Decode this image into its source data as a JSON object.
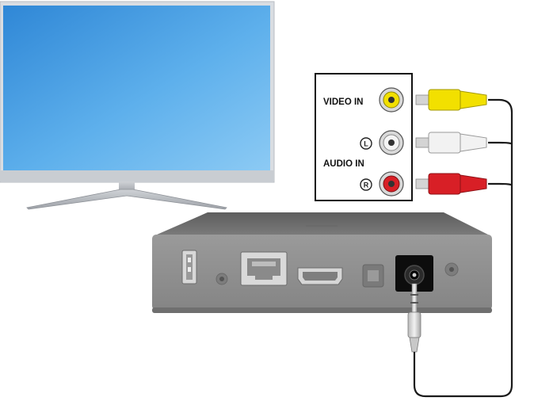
{
  "panel": {
    "video_label": "VIDEO IN",
    "audio_label": "AUDIO IN",
    "left_channel": "L",
    "right_channel": "R"
  },
  "colors": {
    "video": "#f2e000",
    "audio_left": "#f2f2f2",
    "audio_right": "#d81f26",
    "screen": "#4a9fe0",
    "device_body": "#8e8e8e",
    "cable": "#1a1a1a"
  },
  "icons": [
    "tv-icon",
    "media-box-icon",
    "usb-port-icon",
    "ethernet-port-icon",
    "hdmi-port-icon",
    "av-jack-icon",
    "rca-plug-icon",
    "minijack-plug-icon"
  ]
}
